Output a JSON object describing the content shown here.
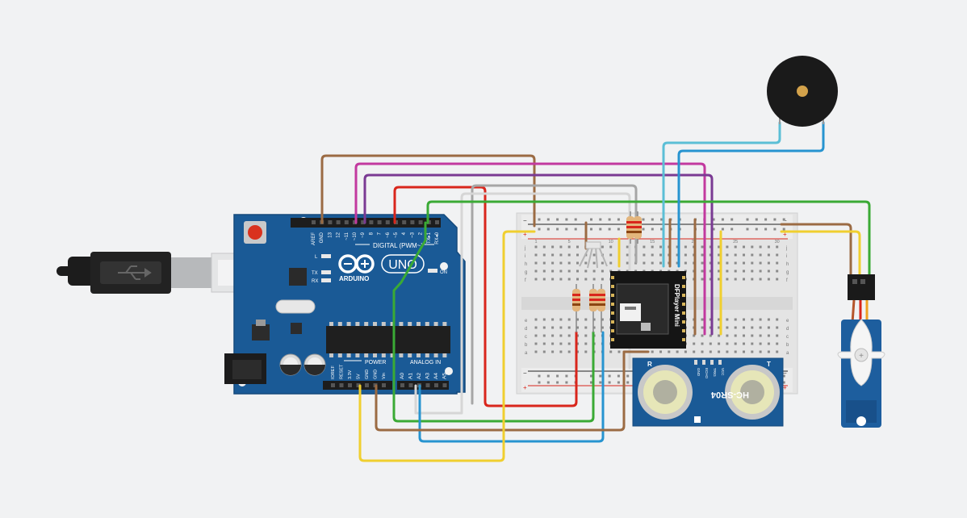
{
  "arduino": {
    "brand": "ARDUINO",
    "model": "UNO",
    "on_label": "ON",
    "l_label": "L",
    "tx_label": "TX",
    "rx_label": "RX",
    "digital_label": "DIGITAL (PWM~)",
    "analog_label": "ANALOG IN",
    "power_label": "POWER",
    "top_pins": [
      "AREF",
      "GND",
      "13",
      "12",
      "~11",
      "~10",
      "~9",
      "8",
      "7",
      "~6",
      "~5",
      "4",
      "~3",
      "2",
      "TX▸1",
      "RX◂0"
    ],
    "power_pins": [
      "IOREF",
      "RESET",
      "3.3V",
      "5V",
      "GND",
      "GND",
      "Vin"
    ],
    "analog_pins": [
      "A0",
      "A1",
      "A2",
      "A3",
      "A4",
      "A5"
    ]
  },
  "dfplayer": {
    "label": "DFPlayer Mini"
  },
  "ultrasonic": {
    "label": "HC-SR04",
    "pins": [
      "GND",
      "ECHO",
      "TRIG",
      "VCC"
    ],
    "marks": [
      "R",
      "T"
    ]
  },
  "breadboard": {
    "column_numbers": [
      "1",
      "5",
      "10",
      "15",
      "20",
      "25",
      "30"
    ],
    "row_letters_top": [
      "j",
      "i",
      "h",
      "g",
      "f"
    ],
    "row_letters_bottom": [
      "e",
      "d",
      "c",
      "b",
      "a"
    ],
    "rail_plus": "+",
    "rail_minus": "−"
  },
  "colors": {
    "background": "#f1f2f3",
    "board": "#1a5a96",
    "wire_brown": "#9b6b43",
    "wire_magenta": "#c2399f",
    "wire_purple": "#7a3a93",
    "wire_red": "#d9261c",
    "wire_green": "#3aaa35",
    "wire_gray": "#a6a6a6",
    "wire_lightblue": "#5bbfd6",
    "wire_blue": "#2794d0",
    "wire_yellow": "#f0cf2f"
  }
}
